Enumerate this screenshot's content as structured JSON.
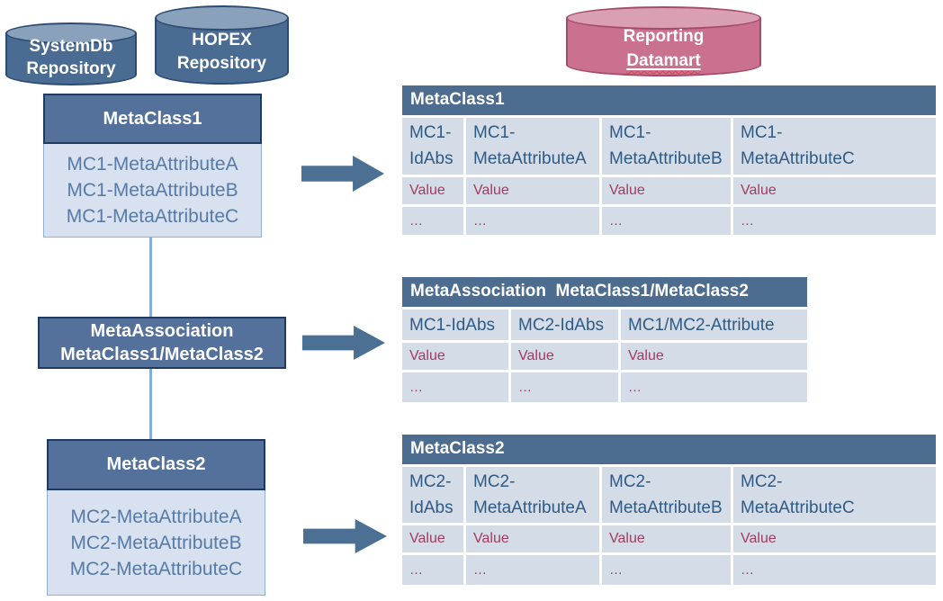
{
  "cylinders": {
    "systemdb": {
      "line1": "SystemDb",
      "line2": "Repository"
    },
    "hopex": {
      "line1": "HOPEX",
      "line2": "Repository"
    },
    "datamart": {
      "line1": "Reporting",
      "line2": "Datamart"
    }
  },
  "entities": {
    "metaclass1": {
      "title": "MetaClass1",
      "attrs": [
        "MC1-MetaAttributeA",
        "MC1-MetaAttributeB",
        "MC1-MetaAttributeC"
      ]
    },
    "association": {
      "line1": "MetaAssociation",
      "line2": "MetaClass1/MetaClass2"
    },
    "metaclass2": {
      "title": "MetaClass2",
      "attrs": [
        "MC2-MetaAttributeA",
        "MC2-MetaAttributeB",
        "MC2-MetaAttributeC"
      ]
    }
  },
  "tables": {
    "metaclass1": {
      "title": "MetaClass1",
      "columns": [
        "MC1-\nIdAbs",
        "MC1-\nMetaAttributeA",
        "MC1-\nMetaAttributeB",
        "MC1-\nMetaAttributeC"
      ],
      "row_value": [
        "Value",
        "Value",
        "Value",
        "Value"
      ],
      "row_more": [
        "…",
        "…",
        "…",
        "…"
      ]
    },
    "association": {
      "title": "MetaAssociation  MetaClass1/MetaClass2",
      "columns": [
        "MC1-IdAbs",
        "MC2-IdAbs",
        "MC1/MC2-Attribute"
      ],
      "row_value": [
        "Value",
        "Value",
        "Value"
      ],
      "row_more": [
        "…",
        "…",
        "…"
      ]
    },
    "metaclass2": {
      "title": "MetaClass2",
      "columns": [
        "MC2-\nIdAbs",
        "MC2-\nMetaAttributeA",
        "MC2-\nMetaAttributeB",
        "MC2-\nMetaAttributeC"
      ],
      "row_value": [
        "Value",
        "Value",
        "Value",
        "Value"
      ],
      "row_more": [
        "…",
        "…",
        "…",
        "…"
      ]
    }
  },
  "colors": {
    "header_blue": "#54719b",
    "table_title_blue": "#4d6d90",
    "dark_border_navy": "#1f3a5f",
    "light_cell_blue": "#d4dde7",
    "entity_body_blue": "#d7e1ef",
    "header_text_blue": "#2f5a85",
    "value_pink": "#a33a62",
    "cylinder_blue": "#4a6b92",
    "cylinder_pink": "#c9718f",
    "connector_blue": "#84aede",
    "arrow_blue": "#4c7093"
  }
}
